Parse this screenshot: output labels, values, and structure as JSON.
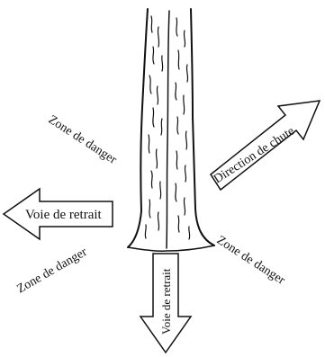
{
  "labels": {
    "danger_zone_upper_left": "Zone de danger",
    "danger_zone_lower_left": "Zone de danger",
    "danger_zone_lower_right": "Zone de danger",
    "retreat_path_left": "Voie de retrait",
    "retreat_path_down": "Voie de retrait",
    "fall_direction": "Direction de chute"
  },
  "colors": {
    "line": "#111111",
    "background": "#ffffff"
  },
  "icons": {
    "tree": "tree-trunk-drawing",
    "arrow_left": "arrow-left-icon",
    "arrow_down": "arrow-down-icon",
    "arrow_up_right": "arrow-up-right-icon"
  }
}
